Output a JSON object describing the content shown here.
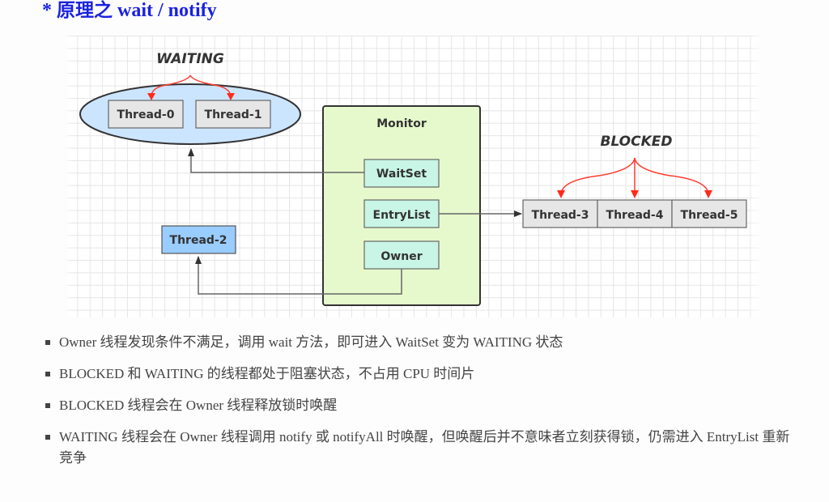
{
  "title": {
    "prefix": "* ",
    "cjk": "原理之",
    "latin": " wait / notify"
  },
  "diagram": {
    "waiting_label": "WAITING",
    "blocked_label": "BLOCKED",
    "monitor": {
      "title": "Monitor",
      "waitset": "WaitSet",
      "entrylist": "EntryList",
      "owner": "Owner"
    },
    "waiting_threads": [
      "Thread-0",
      "Thread-1"
    ],
    "owner_thread": "Thread-2",
    "blocked_threads": [
      "Thread-3",
      "Thread-4",
      "Thread-5"
    ],
    "colors": {
      "ellipse_fill": "#cce5ff",
      "monitor_fill": "#e6f9cc",
      "monitor_item_fill": "#c8f5e6",
      "thread_fill": "#e6e6e6",
      "owner_thread_fill": "#99ccff",
      "arrow_red": "#ff3b30"
    }
  },
  "bullets": [
    "Owner 线程发现条件不满足，调用 wait 方法，即可进入 WaitSet 变为 WAITING 状态",
    "BLOCKED 和 WAITING 的线程都处于阻塞状态，不占用 CPU 时间片",
    "BLOCKED 线程会在 Owner 线程释放锁时唤醒",
    "WAITING 线程会在 Owner 线程调用 notify 或 notifyAll 时唤醒，但唤醒后并不意味者立刻获得锁，仍需进入 EntryList 重新竞争"
  ]
}
